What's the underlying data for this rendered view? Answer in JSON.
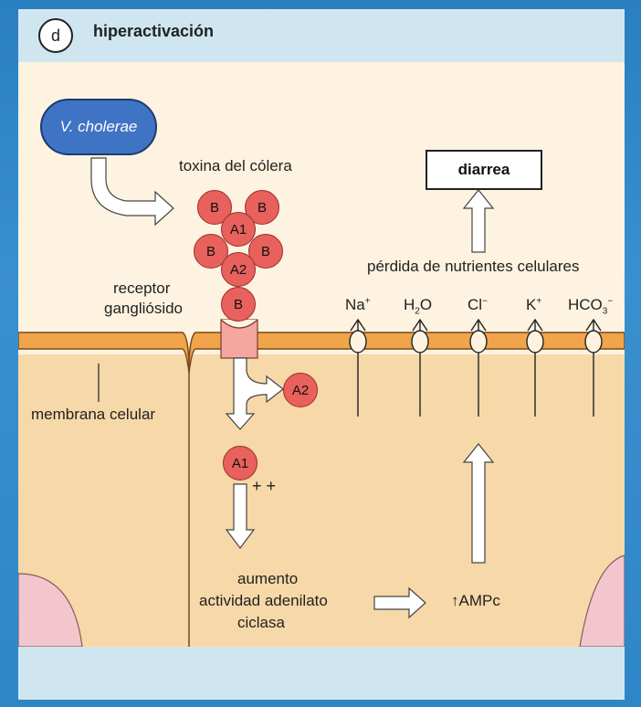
{
  "header": {
    "badge": "d",
    "title": "hiperactivación"
  },
  "vibrio": {
    "label": "V. cholerae"
  },
  "toxin": {
    "label": "toxina del cólera",
    "subunits": [
      "B",
      "B",
      "A1",
      "B",
      "B",
      "A2",
      "B"
    ]
  },
  "receptor": {
    "line1": "receptor",
    "line2": "gangliósido"
  },
  "membrane": {
    "label": "membrana celular"
  },
  "released": {
    "a2": "A2",
    "a1": "A1",
    "plus": "+ +"
  },
  "adenylate": {
    "line1": "aumento",
    "line2": "actividad adenilato",
    "line3": "ciclasa"
  },
  "camp": {
    "label": "↑AMPc"
  },
  "loss": {
    "label": "pérdida de nutrientes celulares"
  },
  "diarrhea": {
    "label": "diarrea"
  },
  "ions": {
    "na": "Na",
    "na_sup": "+",
    "h": "H",
    "h_sub": "2",
    "o": "O",
    "cl": "Cl",
    "cl_sup": "−",
    "k": "K",
    "k_sup": "+",
    "hco": "HCO",
    "hco_sub": "3",
    "hco_sup": "−"
  },
  "colors": {
    "membrane": "#f0a54a",
    "cell": "#f7d8a8",
    "toxin": "#e8615c",
    "vibrio": "#3f74c4"
  }
}
